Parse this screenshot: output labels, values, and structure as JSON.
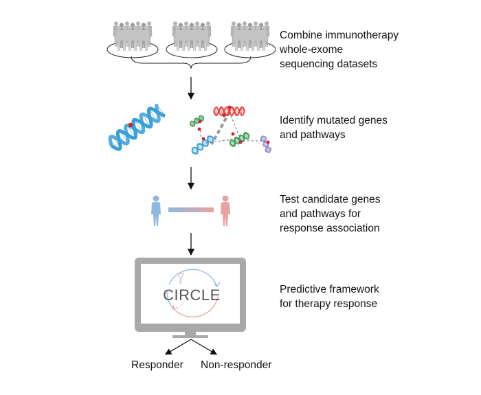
{
  "steps": [
    {
      "lines": [
        "Combine immunotherapy",
        "whole-exome",
        "sequencing datasets"
      ]
    },
    {
      "lines": [
        "Identify mutated genes",
        "and pathways"
      ]
    },
    {
      "lines": [
        "Test candidate genes",
        "and pathways for",
        "response association"
      ]
    },
    {
      "lines": [
        "Predictive framework",
        "for therapy response"
      ]
    }
  ],
  "framework": {
    "logo_text": "CIRCLE"
  },
  "outcomes": {
    "left": "Responder",
    "right": "Non-responder"
  },
  "colors": {
    "crowd": "#a8a8a8",
    "dna_blue": "#3a9fd8",
    "dna_red": "#e0423e",
    "dna_green": "#3c9a54",
    "dna_purple": "#8a7fc4",
    "mutation_dot": "#d11f2a",
    "responder_blue": "#8fb8e0",
    "nonresponder_red": "#e8a2a2",
    "monitor_gray": "#a9a9a9"
  }
}
